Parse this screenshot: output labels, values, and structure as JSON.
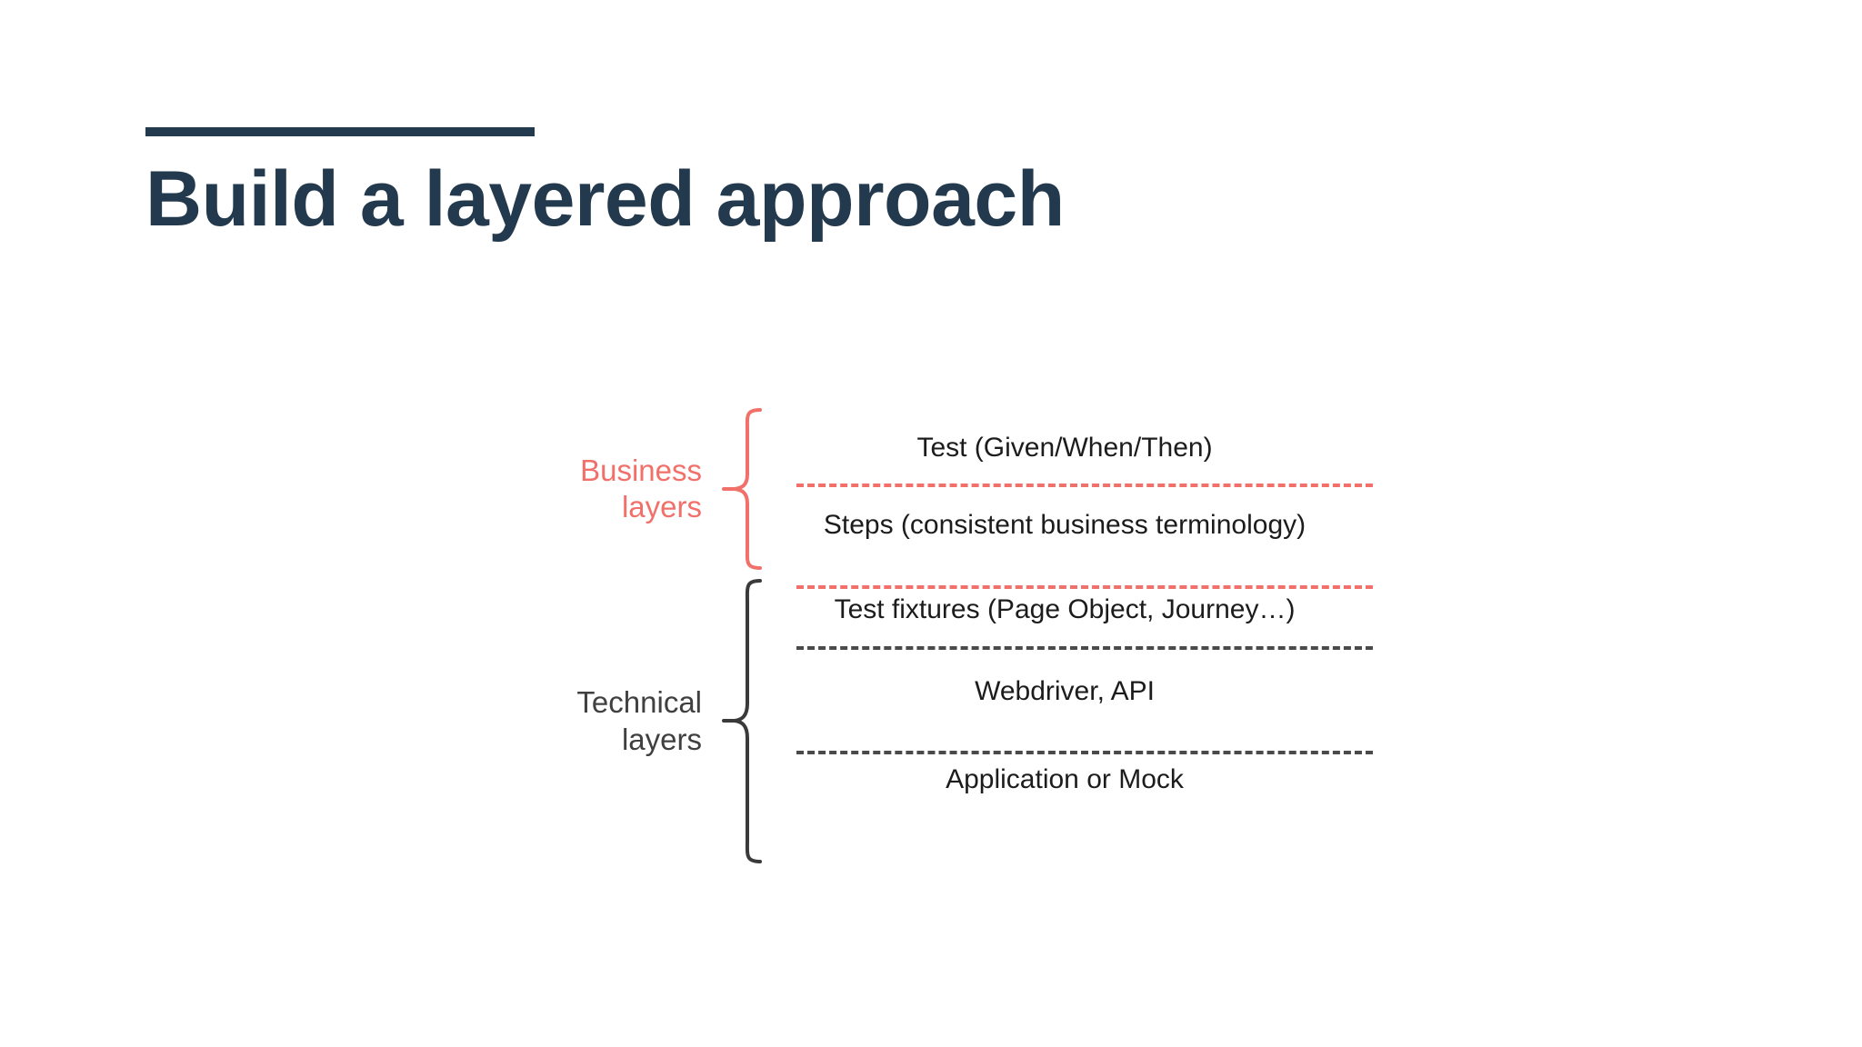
{
  "slide": {
    "title": "Build a layered approach",
    "accent_color": "#23394d",
    "background": "#ffffff"
  },
  "diagram": {
    "business_color": "#f2706a",
    "technical_color": "#404040",
    "groups": [
      {
        "name": "business",
        "label_line_1": "Business",
        "label_line_2": "layers",
        "brace_color": "#f2706a",
        "divider_color": "#f2706a",
        "rows": [
          {
            "text": "Test (Given/When/Then)"
          },
          {
            "text": "Steps (consistent business terminology)"
          }
        ]
      },
      {
        "name": "technical",
        "label_line_1": "Technical",
        "label_line_2": "layers",
        "brace_color": "#3a3a3a",
        "divider_color": "#4a4a4a",
        "rows": [
          {
            "text": "Test fixtures (Page Object, Journey…)"
          },
          {
            "text": "Webdriver, API"
          },
          {
            "text": "Application or Mock"
          }
        ]
      }
    ]
  }
}
